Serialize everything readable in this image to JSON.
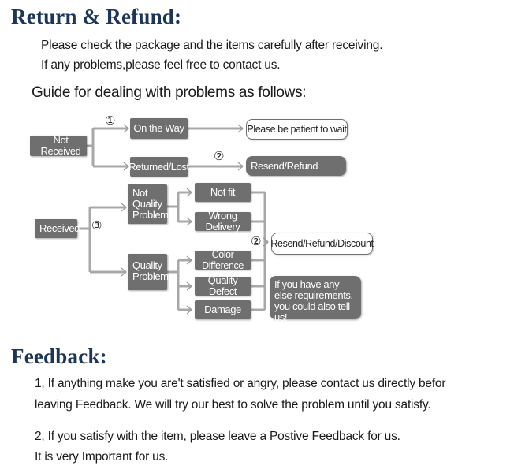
{
  "return_refund": {
    "title": "Return & Refund:",
    "line1": "Please check the package and the items carefully after receiving.",
    "line2": "If any problems,please feel free to contact us.",
    "guide": "Guide for dealing with problems as follows:"
  },
  "flow": {
    "not_received": "Not Received",
    "num1": "①",
    "on_the_way": "On the Way",
    "patient": "Please be patient to wait",
    "num2a": "②",
    "returned_lost": "Returned/Lost",
    "resend_refund": "Resend/Refund",
    "received": "Received",
    "num3": "③",
    "not_quality": "Not Quality Problem",
    "not_fit": "Not fit",
    "wrong_delivery": "Wrong Delivery",
    "num2b": "②",
    "resend_refund_discount": "Resend/Refund/Discount",
    "quality_problem": "Quality Problem",
    "color_difference": "Color Difference",
    "quality_defect": "Quality Defect",
    "damage": "Damage",
    "else_req": "If you have any else requirements, you could also tell us!"
  },
  "feedback": {
    "title": "Feedback:",
    "p1_line1": "1, If anything make you are't satisfied or angry, please contact us directly befor",
    "p1_line2": "leaving Feedback. We will try our best to solve the problem until you satisfy.",
    "p2_line1": "2, If you satisfy with the item, please leave a Postive Feedback for us.",
    "p2_line2": "It is very Important for us."
  }
}
